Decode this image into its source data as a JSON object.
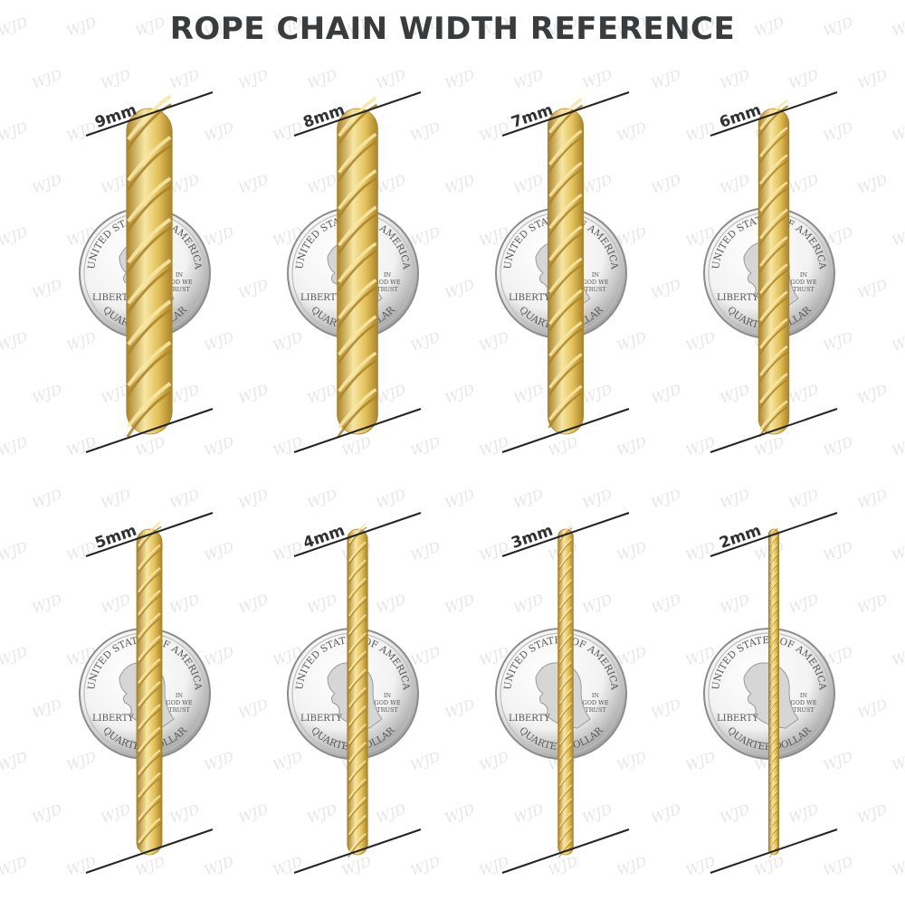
{
  "title": "ROPE CHAIN WIDTH REFERENCE",
  "watermark_text": "WJD",
  "coin": {
    "top_text": "UNITED STATES OF AMERICA",
    "bottom_text": "QUARTER DOLLAR",
    "left_text": "LIBERTY",
    "motto": [
      "IN",
      "GOD WE",
      "TRUST"
    ]
  },
  "colors": {
    "gold": "#e3c15a",
    "gold_light": "#f7e6a3",
    "gold_dark": "#a9832a",
    "coin_light": "#f2f2f2",
    "coin_dark": "#9a9a9a",
    "text": "#3a3b3c"
  },
  "chains": [
    {
      "label": "9mm",
      "width_mm": 9
    },
    {
      "label": "8mm",
      "width_mm": 8
    },
    {
      "label": "7mm",
      "width_mm": 7
    },
    {
      "label": "6mm",
      "width_mm": 6
    },
    {
      "label": "5mm",
      "width_mm": 5
    },
    {
      "label": "4mm",
      "width_mm": 4
    },
    {
      "label": "3mm",
      "width_mm": 3
    },
    {
      "label": "2mm",
      "width_mm": 2
    }
  ]
}
